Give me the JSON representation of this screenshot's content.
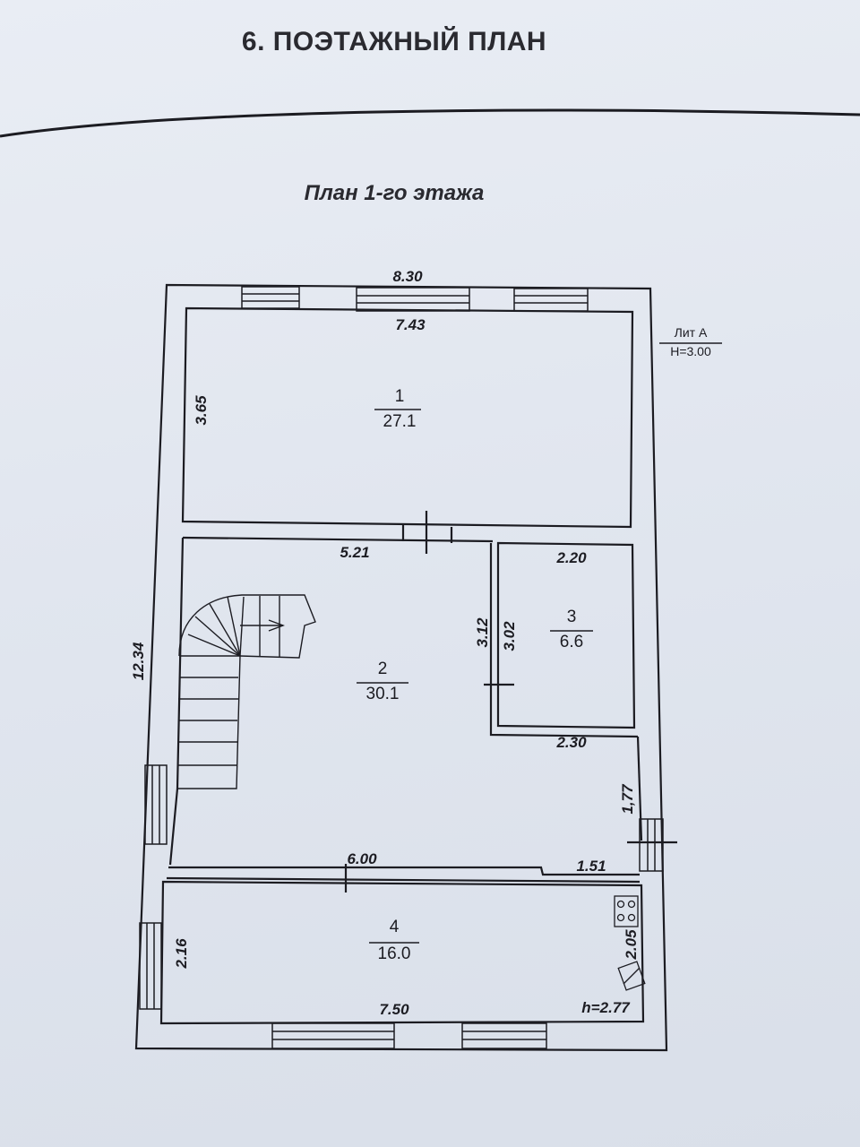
{
  "header": {
    "title": "6. ПОЭТАЖНЫЙ ПЛАН",
    "subtitle": "План 1-го этажа"
  },
  "building": {
    "lit_label": "Лит А",
    "height_label": "H=3.00",
    "total_length": "12.34",
    "total_width": "8.30"
  },
  "rooms": [
    {
      "number": "1",
      "area": "27.1",
      "width": "7.43",
      "length": "3.65"
    },
    {
      "number": "2",
      "area": "30.1",
      "width": "5.21",
      "width_bottom": "6.00"
    },
    {
      "number": "3",
      "area": "6.6",
      "width": "2.20",
      "width_bottom": "2.30",
      "length_left": "3.12",
      "length_right": "3.02"
    },
    {
      "number": "4",
      "area": "16.0",
      "width": "7.50",
      "length": "2.16",
      "width_right": "1.51",
      "ceiling_height": "h=2.77"
    }
  ],
  "extra_dims": {
    "corridor": "1,77",
    "stove": "2.05"
  }
}
